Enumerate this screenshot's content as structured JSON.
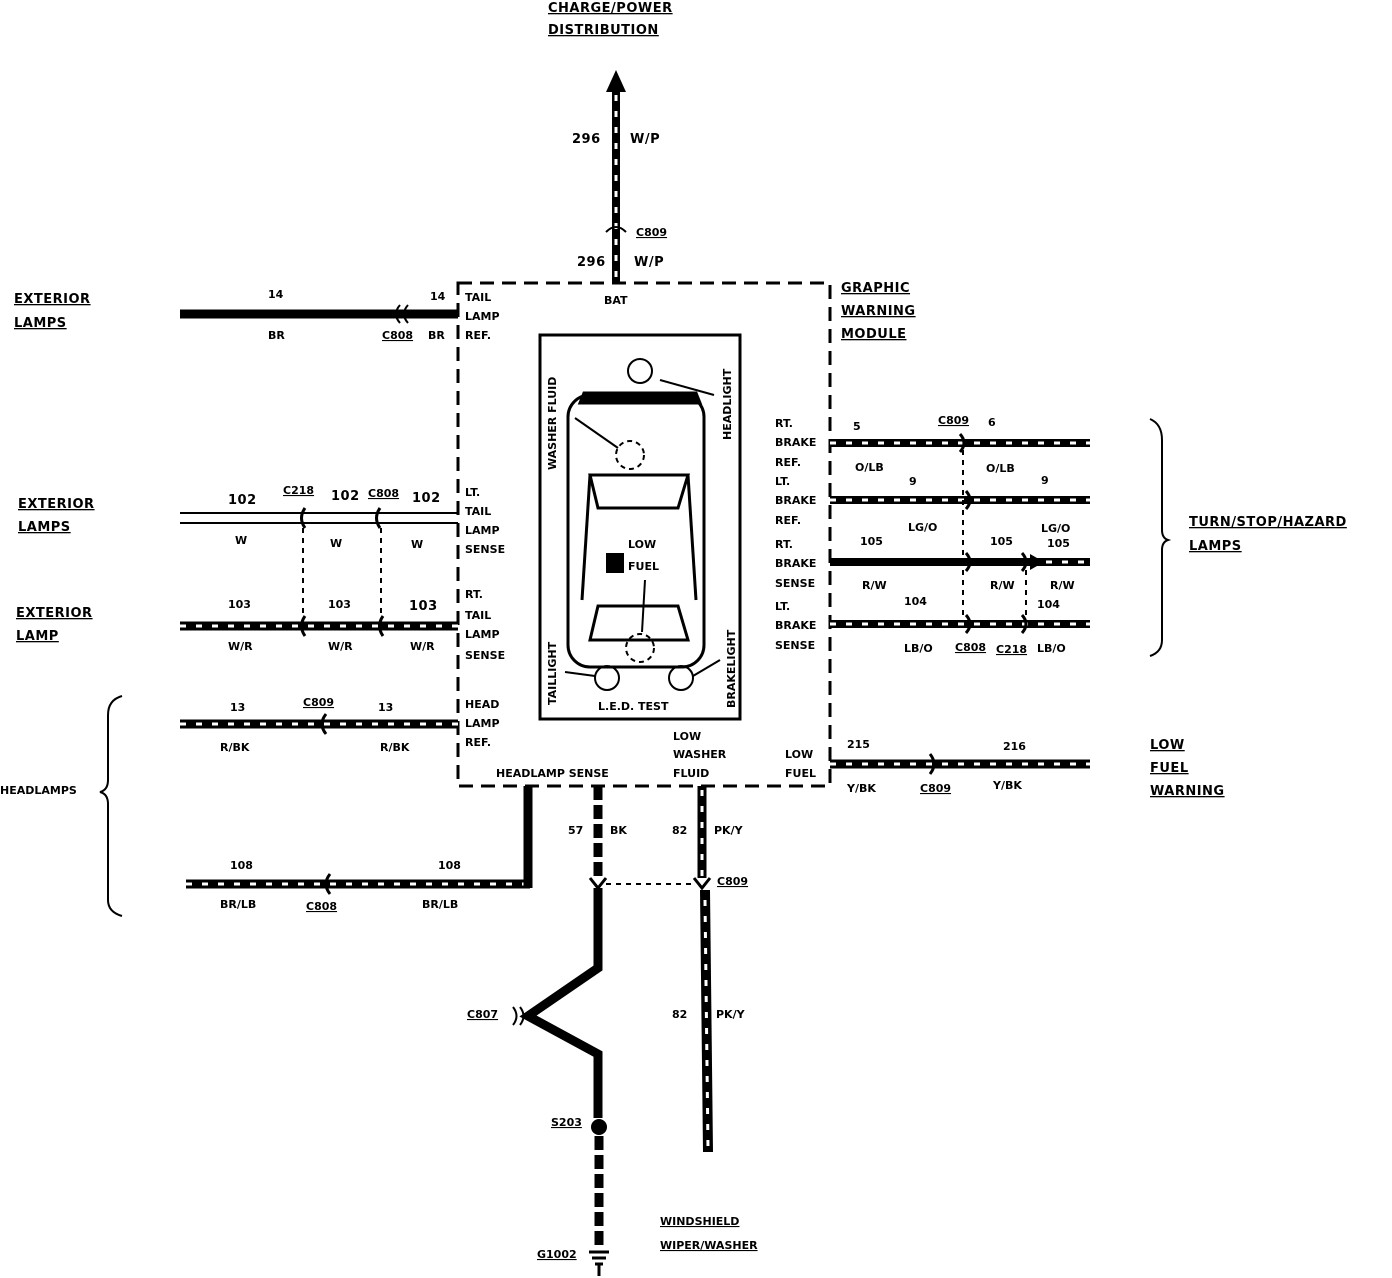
{
  "top": {
    "title_line1": "CHARGE/POWER",
    "title_line2": "DISTRIBUTION",
    "circuit_upper": "296",
    "color_upper": "W/P",
    "connector": "C809",
    "circuit_lower": "296",
    "color_lower": "W/P"
  },
  "module": {
    "title_line1": "GRAPHIC",
    "title_line2": "WARNING",
    "title_line3": "MODULE",
    "bat": "BAT",
    "tail_ref": [
      "TAIL",
      "LAMP",
      "REF."
    ],
    "lt_tail_sense": [
      "LT.",
      "TAIL",
      "LAMP",
      "SENSE"
    ],
    "rt_tail_sense": [
      "RT.",
      "TAIL",
      "LAMP",
      "SENSE"
    ],
    "head_ref": [
      "HEAD",
      "LAMP",
      "REF."
    ],
    "headlamp_sense": "HEADLAMP SENSE",
    "low_washer": [
      "LOW",
      "WASHER",
      "FLUID"
    ],
    "low_fuel_pin": [
      "LOW",
      "FUEL"
    ],
    "rt_brake_ref": [
      "RT.",
      "BRAKE",
      "REF."
    ],
    "lt_brake_ref": [
      "LT.",
      "BRAKE",
      "REF."
    ],
    "rt_brake_sense": [
      "RT.",
      "BRAKE",
      "SENSE"
    ],
    "lt_brake_sense": [
      "LT.",
      "BRAKE",
      "SENSE"
    ],
    "display": {
      "washer_fluid": "WASHER FLUID",
      "headlight": "HEADLIGHT",
      "low_fuel": [
        "LOW",
        "FUEL"
      ],
      "taillight": "TAILLIGHT",
      "brakelight": "BRAKELIGHT",
      "led_test": "L.E.D. TEST"
    }
  },
  "left": {
    "ext_lamps_1": [
      "EXTERIOR",
      "LAMPS"
    ],
    "ext_lamps_2": [
      "EXTERIOR",
      "LAMPS"
    ],
    "ext_lamp_3": [
      "EXTERIOR",
      "LAMP"
    ],
    "headlamps": "HEADLAMPS",
    "w14": {
      "num_a": "14",
      "num_b": "14",
      "color_a": "BR",
      "color_b": "BR",
      "conn": "C808"
    },
    "w102": {
      "num_a": "102",
      "num_b": "102",
      "num_c": "102",
      "color": "W",
      "conn1": "C218",
      "conn2": "C808"
    },
    "w103": {
      "num_a": "103",
      "num_b": "103",
      "num_c": "103",
      "color": "W/R"
    },
    "w13": {
      "num_a": "13",
      "num_b": "13",
      "color": "R/BK",
      "conn": "C809"
    },
    "w108": {
      "num_a": "108",
      "num_b": "108",
      "color": "BR/LB",
      "conn": "C808"
    }
  },
  "right": {
    "turn_stop": [
      "TURN/STOP/HAZARD",
      "LAMPS"
    ],
    "low_fuel_warning": [
      "LOW",
      "FUEL",
      "WARNING"
    ],
    "w5": {
      "num_a": "5",
      "num_b": "6",
      "color_a": "O/LB",
      "color_b": "O/LB",
      "conn": "C809"
    },
    "w9": {
      "num_a": "9",
      "num_b": "9",
      "color_a": "LG/O",
      "color_b": "LG/O"
    },
    "w105": {
      "num_a": "105",
      "num_b": "105",
      "num_c": "105",
      "color_a": "R/W",
      "color_b": "R/W",
      "color_c": "R/W"
    },
    "w104": {
      "num_a": "104",
      "num_b": "104",
      "color_a": "LB/O",
      "color_b": "LB/O",
      "conn1": "C808",
      "conn2": "C218"
    },
    "w215": {
      "num_a": "215",
      "num_b": "216",
      "color_a": "Y/BK",
      "color_b": "Y/BK",
      "conn": "C809"
    }
  },
  "bottom": {
    "w57": {
      "num": "57",
      "color": "BK"
    },
    "w82": {
      "num": "82",
      "color": "PK/Y",
      "num2": "82",
      "color2": "PK/Y"
    },
    "conn_c809": "C809",
    "conn_c807": "C807",
    "splice": "S203",
    "ground": "G1002",
    "windshield": [
      "WINDSHIELD",
      "WIPER/WASHER"
    ]
  }
}
